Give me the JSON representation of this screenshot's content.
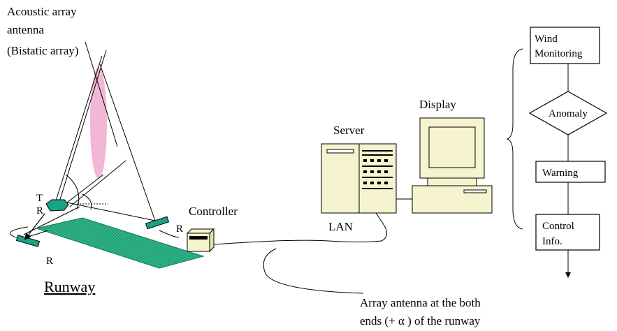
{
  "labels": {
    "antenna_line1": "Acoustic array",
    "antenna_line2": "antenna",
    "antenna_line3": "(Bistatic array)",
    "t_mark": "T",
    "r_mark_left": "R",
    "r_mark_bottom": "R",
    "r_mark_right": "R",
    "runway": "Runway",
    "controller": "Controller",
    "lan": "LAN",
    "server": "Server",
    "display": "Display",
    "note_line1": "Array antenna at the both",
    "note_line2": "ends (+ α ) of the runway"
  },
  "flow": {
    "wind_line1": "Wind",
    "wind_line2": "Monitoring",
    "anomaly": "Anomaly",
    "warning": "Warning",
    "control_line1": "Control",
    "control_line2": "Info."
  },
  "colors": {
    "runway_fill": "#2fb58a",
    "antenna_fill": "#19a386",
    "beam_fill": "#f3b6d4",
    "equipment_fill": "#f6f4cf"
  }
}
